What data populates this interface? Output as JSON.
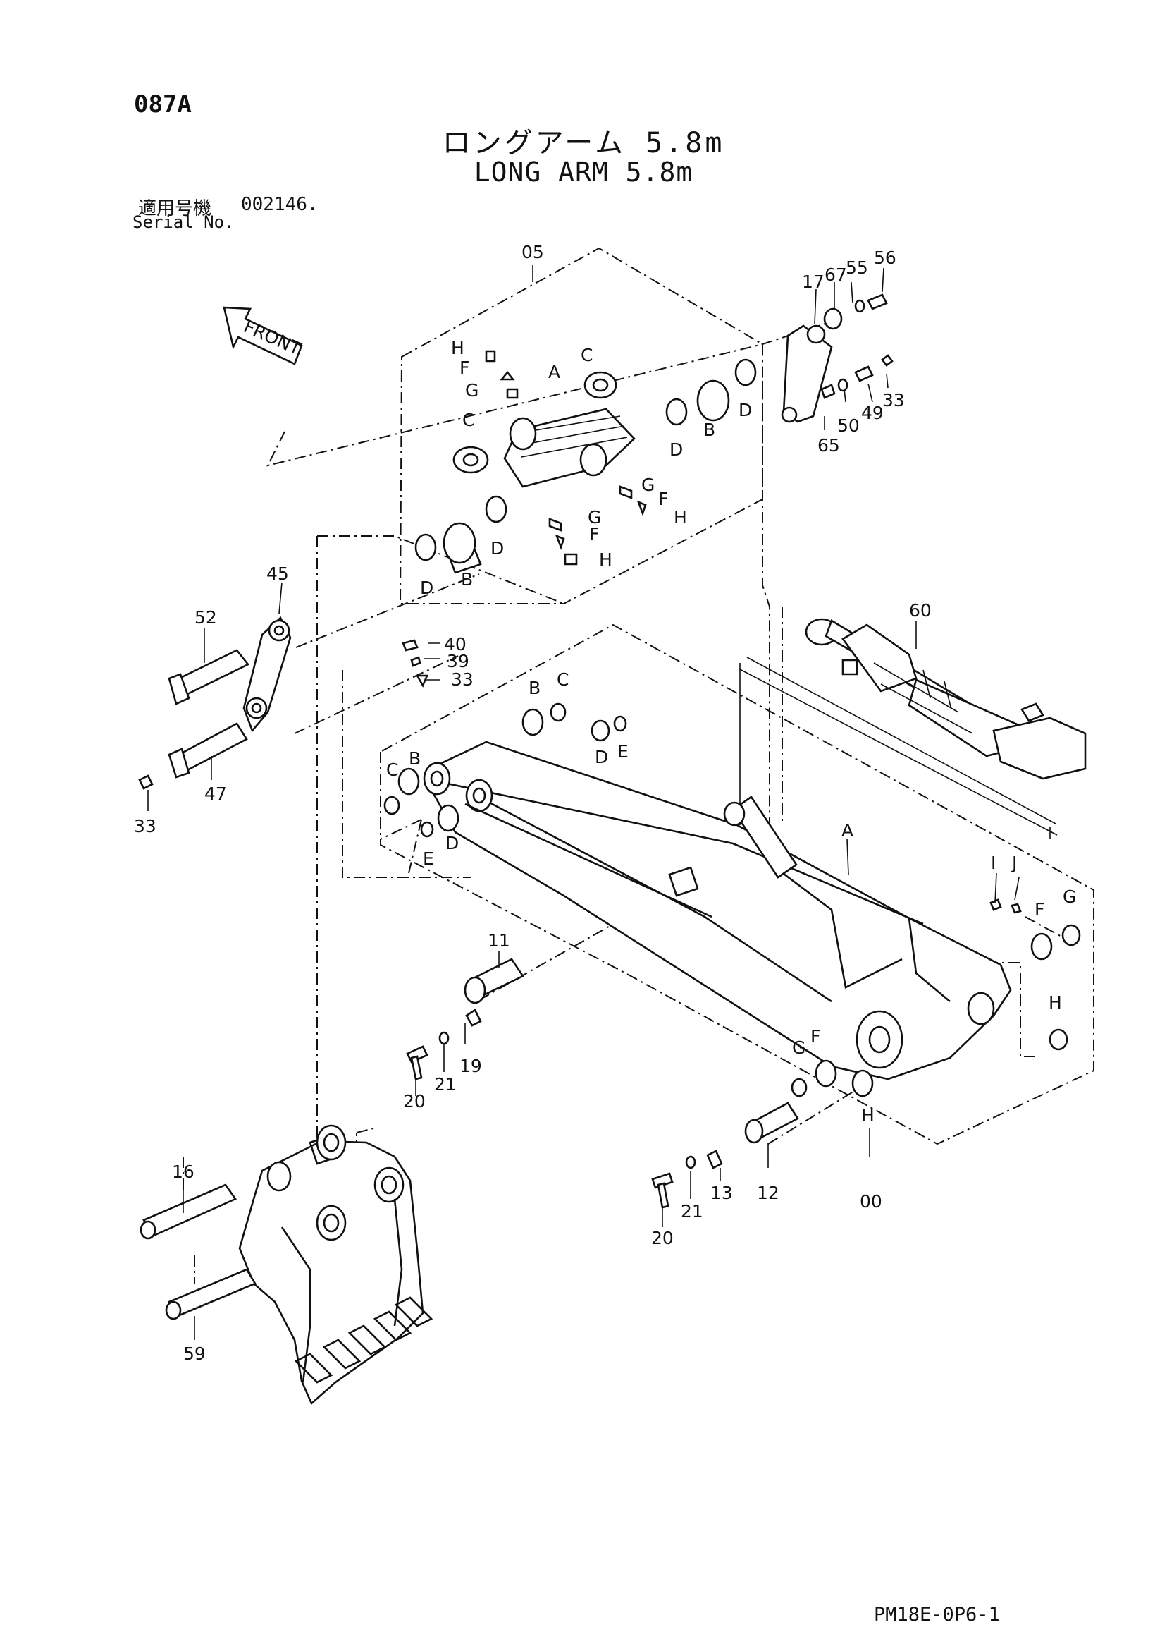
{
  "header": {
    "page_code": "087A",
    "title_ja": "ロングアーム 5.8m",
    "title_en": "LONG ARM 5.8m",
    "serial_label_ja": "適用号機",
    "serial_value": "002146.",
    "serial_label_en": "Serial No."
  },
  "orientation": {
    "label": "FRONT",
    "icon": "front-arrow-icon"
  },
  "footer": {
    "doc_code": "PM18E-0P6-1"
  },
  "callouts": {
    "c05": "05",
    "c00": "00",
    "c60": "60",
    "c17": "17",
    "c67": "67",
    "c55": "55",
    "c56": "56",
    "c49": "49",
    "c33a": "33",
    "c50": "50",
    "c65": "65",
    "c45": "45",
    "c52": "52",
    "c47": "47",
    "c33b": "33",
    "c40": "40",
    "c39": "39",
    "c33c": "33",
    "c11": "11",
    "c19": "19",
    "c20a": "20",
    "c21a": "21",
    "c16": "16",
    "c59": "59",
    "c12": "12",
    "c13": "13",
    "c21b": "21",
    "c20b": "20",
    "A1": "A",
    "C1": "C",
    "C2": "C",
    "H1": "H",
    "F1": "F",
    "G1": "G",
    "B1": "B",
    "D1": "D",
    "D2": "D",
    "B2": "B",
    "D3": "D",
    "D4": "D",
    "G2": "G",
    "F2": "F",
    "H2": "H",
    "G3": "G",
    "F3": "F",
    "H3": "H",
    "B3": "B",
    "C3": "C",
    "D5": "D",
    "E1": "E",
    "C4": "C",
    "B4": "B",
    "D6": "D",
    "E2": "E",
    "A2": "A",
    "I1": "I",
    "J1": "J",
    "F4": "F",
    "G4": "G",
    "H4": "H",
    "G5": "G",
    "F5": "F",
    "H5": "H"
  }
}
